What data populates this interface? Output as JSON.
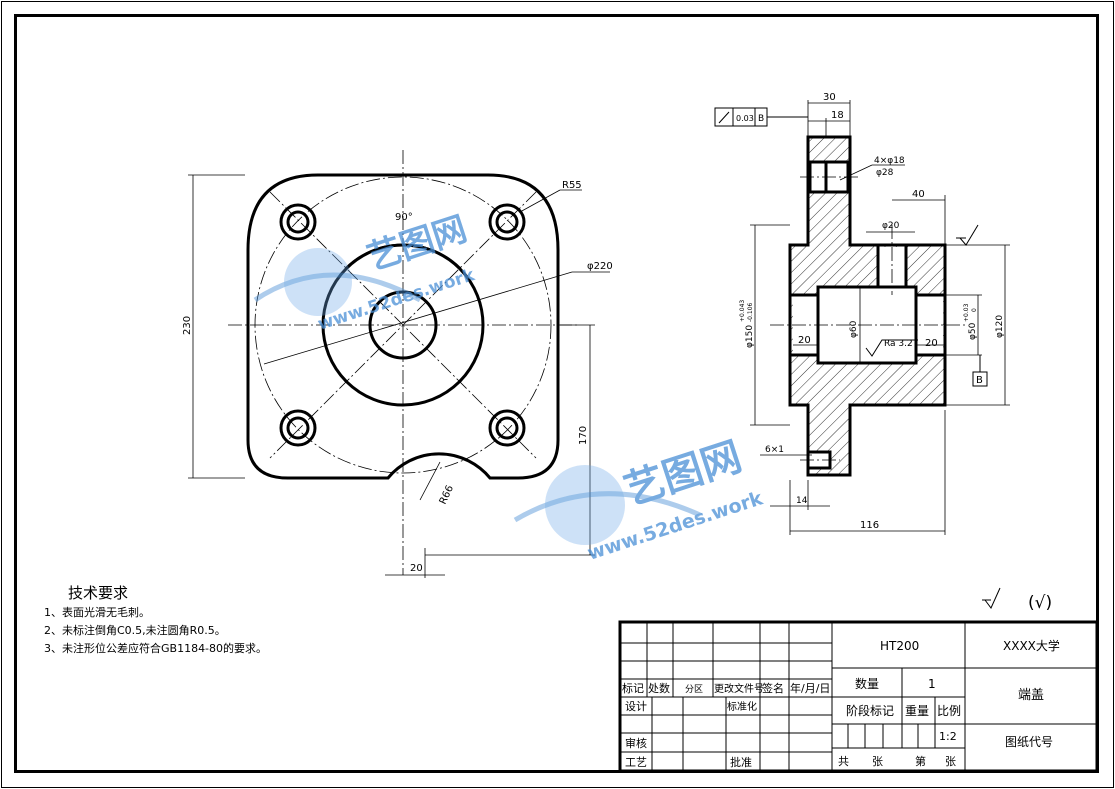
{
  "watermark": {
    "brand": "艺图网",
    "url": "www.52des.work"
  },
  "front_view": {
    "dims": {
      "height": "230",
      "offset": "170",
      "edge": "20",
      "pcd": "φ220",
      "corner_r": "R55",
      "notch_r": "R66",
      "angle": "90°"
    }
  },
  "section_view": {
    "dims": {
      "flange_w": "30",
      "flange_in": "18",
      "holes": "4×φ18",
      "cbore": "φ28",
      "boss_len": "40",
      "bore_d": "φ20",
      "d150": "φ150",
      "d150_tol_up": "+0.043",
      "d150_tol_low": "-0.106",
      "d60": "φ60",
      "roughness": "Ra 3.2",
      "left20": "20",
      "right20": "20",
      "d50": "φ50",
      "d50_tol_up": "+0.03",
      "d50_tol_low": "0",
      "d120": "φ120",
      "chamfer": "6×1",
      "step14": "14",
      "total116": "116"
    },
    "tolerance": {
      "value": "0.03",
      "datum": "B"
    },
    "datum_label": "B"
  },
  "roughness_note": "(√)",
  "tech": {
    "title": "技术要求",
    "items": [
      "1、表面光滑无毛刺。",
      "2、未标注倒角C0.5,未注圆角R0.5。",
      "3、未注形位公差应符合GB1184-80的要求。"
    ]
  },
  "title_block": {
    "material": "HT200",
    "university": "XXXX大学",
    "part_name": "端盖",
    "quantity_label": "数量",
    "quantity": "1",
    "stage_label": "阶段标记",
    "weight_label": "重量",
    "scale_label": "比例",
    "scale": "1:2",
    "drawing_no": "图纸代号",
    "sheets_total": "共",
    "sheets_unit1": "张",
    "sheet_no": "第",
    "sheets_unit2": "张",
    "headers": [
      "标记",
      "处数",
      "分区",
      "更改文件号",
      "签名",
      "年/月/日"
    ],
    "design": "设计",
    "standard": "标准化",
    "check": "审核",
    "process": "工艺",
    "approve": "批准"
  }
}
